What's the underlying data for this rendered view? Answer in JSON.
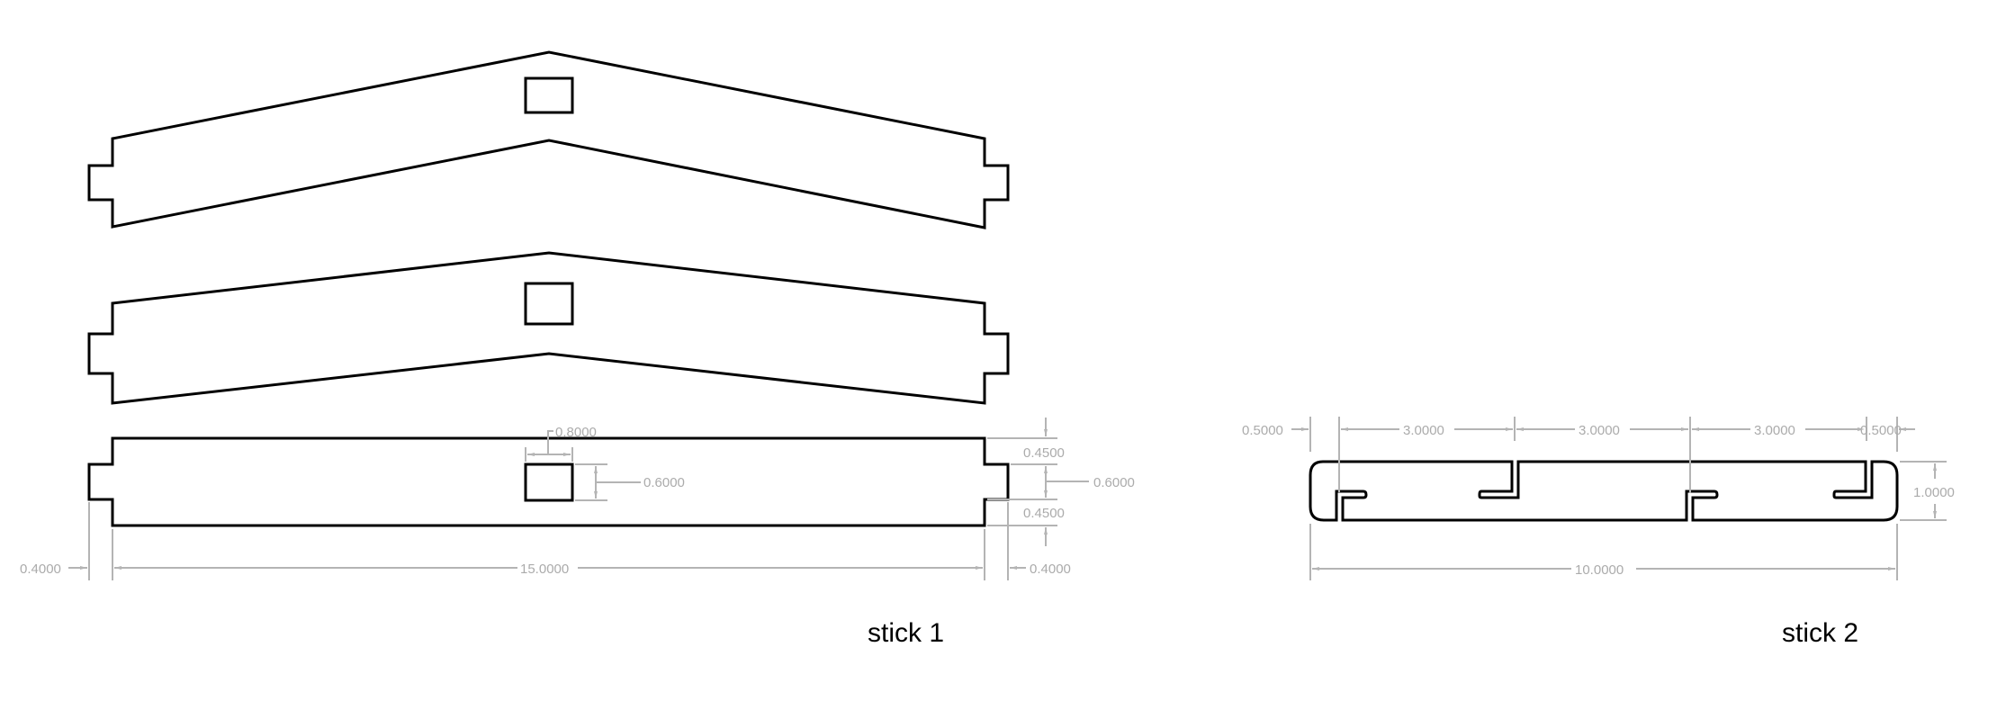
{
  "drawing": {
    "units": "in",
    "line_color": "#000000",
    "dimension_color": "#b4b4b4"
  },
  "stick1": {
    "label": "stick 1",
    "views": [
      "steep-bend-view",
      "shallow-bend-view",
      "flat-view"
    ],
    "dimensions": {
      "hole_width": "0.8000",
      "hole_height": "0.6000",
      "top_shoulder": "0.4500",
      "tab_height": "0.6000",
      "bottom_shoulder": "0.4500",
      "left_tab_length": "0.4000",
      "body_length": "15.0000",
      "right_tab_length": "0.4000"
    }
  },
  "stick2": {
    "label": "stick 2",
    "dimensions": {
      "left_offset": "0.5000",
      "slot_spacing_1": "3.0000",
      "slot_spacing_2": "3.0000",
      "slot_spacing_3": "3.0000",
      "right_offset": "0.5000",
      "height": "1.0000",
      "total_length": "10.0000"
    }
  }
}
